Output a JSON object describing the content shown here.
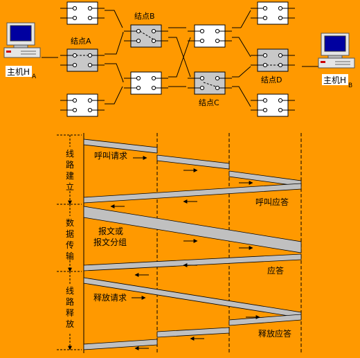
{
  "network": {
    "host_a": {
      "name": "主机H",
      "sub": "A"
    },
    "host_b": {
      "name": "主机H",
      "sub": "B"
    },
    "node_a": "结点A",
    "node_b": "结点B",
    "node_c": "结点C",
    "node_d": "结点D"
  },
  "timeline": {
    "phases": [
      "线路建立",
      "数据传输",
      "线路释放"
    ],
    "labels": {
      "call_request": "呼叫请求",
      "call_answer": "呼叫应答",
      "message_line1": "报文或",
      "message_line2": "报文分组",
      "ack": "应答",
      "release_request": "释放请求",
      "release_answer": "释放应答"
    }
  },
  "colors": {
    "background": "#FF9900",
    "node_fill": "#C8C8C8",
    "band_fill": "#C0C0C0",
    "line": "#000000"
  }
}
